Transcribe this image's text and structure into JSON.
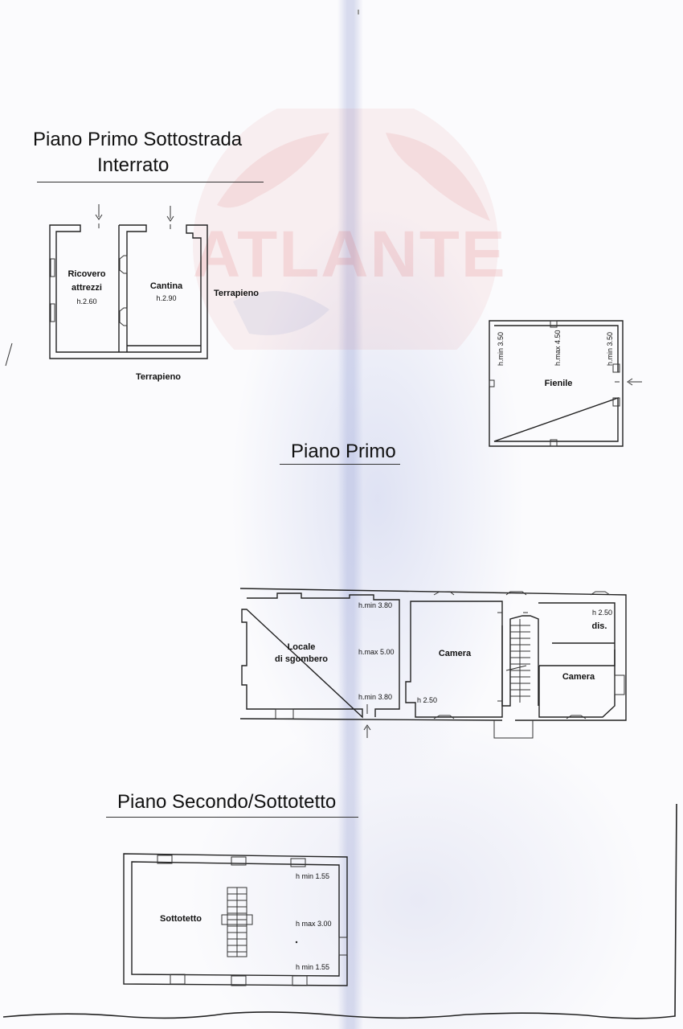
{
  "document": {
    "type": "floor-plan",
    "watermark": "ATLANTE",
    "colors": {
      "ink": "#1a1a1a",
      "watermark": "#d73c3c",
      "scan_shade": "#aab4e1"
    }
  },
  "sections": {
    "basement": {
      "title_line1": "Piano Primo Sottostrada",
      "title_line2": "Interrato",
      "rooms": [
        {
          "name_line1": "Ricovero",
          "name_line2": "attrezzi",
          "height": "h.2.60"
        },
        {
          "name_line1": "Cantina",
          "height": "h.2.90"
        }
      ],
      "surroundings": [
        "Terrapieno",
        "Terrapieno"
      ]
    },
    "barn": {
      "room": "Fienile",
      "heights": [
        "h.min 3.50",
        "h.max 4.50",
        "h.min 3.50"
      ]
    },
    "first_floor": {
      "title": "Piano Primo",
      "rooms": [
        {
          "name_line1": "Locale",
          "name_line2": "di sgombero",
          "heights": [
            "h.min 3.80",
            "h.max 5.00",
            "h.min 3.80"
          ]
        },
        {
          "name": "Camera",
          "height": "h 2.50"
        },
        {
          "name": "dis.",
          "height": "h 2.50"
        },
        {
          "name": "Camera"
        }
      ]
    },
    "second_floor": {
      "title": "Piano Secondo/Sottotetto",
      "room": "Sottotetto",
      "heights": [
        "h min 1.55",
        "h max 3.00",
        "h min 1.55"
      ]
    }
  }
}
